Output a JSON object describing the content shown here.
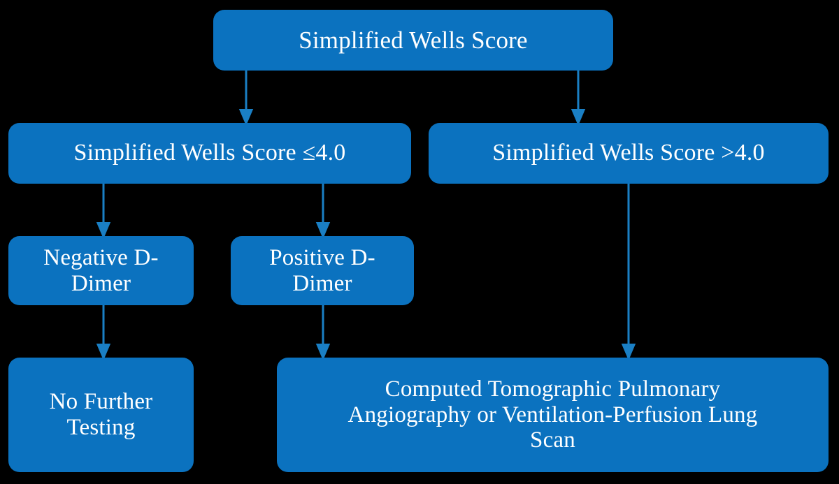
{
  "diagram": {
    "title": "Simplified Wells Score diagnostic algorithm",
    "background_color": "#000000",
    "node_color": "#0B72BF",
    "text_color": "#FFFFFF",
    "arrow_color": "#1A7FC4",
    "nodes": {
      "root": "Simplified Wells Score",
      "score_low": "Simplified Wells Score ≤4.0",
      "score_high": "Simplified Wells Score >4.0",
      "d_dimer_negative": "Negative D-\nDimer",
      "d_dimer_positive": "Positive D-\nDimer",
      "no_further_testing": "No Further\nTesting",
      "imaging": "Computed Tomographic Pulmonary\nAngiography or Ventilation-Perfusion Lung\nScan"
    },
    "edges": [
      {
        "from": "root",
        "to": "score_low",
        "label": ""
      },
      {
        "from": "root",
        "to": "score_high",
        "label": ""
      },
      {
        "from": "score_low",
        "to": "d_dimer_negative",
        "label": ""
      },
      {
        "from": "score_low",
        "to": "d_dimer_positive",
        "label": ""
      },
      {
        "from": "d_dimer_negative",
        "to": "no_further_testing",
        "label": ""
      },
      {
        "from": "d_dimer_positive",
        "to": "imaging",
        "label": ""
      },
      {
        "from": "score_high",
        "to": "imaging",
        "label": ""
      }
    ]
  }
}
